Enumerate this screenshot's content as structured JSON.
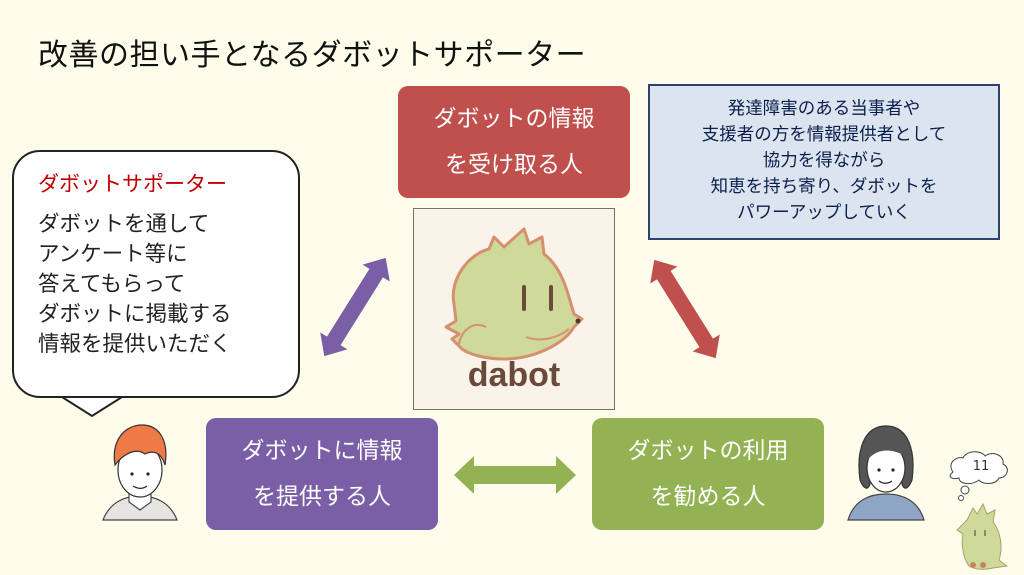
{
  "slide": {
    "title": "改善の担い手となるダボットサポーター",
    "page_number": "11"
  },
  "roles": {
    "receive": {
      "line1": "ダボットの情報",
      "line2": "を受け取る人",
      "color": "#c0504d"
    },
    "provide": {
      "line1": "ダボットに情報",
      "line2": "を提供する人",
      "color": "#7b5fa6"
    },
    "recommend": {
      "line1": "ダボットの利用",
      "line2": "を勧める人",
      "color": "#93b253"
    }
  },
  "info_box": {
    "lines": [
      "発達障害のある当事者や",
      "支援者の方を情報提供者として",
      "協力を得ながら",
      "知恵を持ち寄り、ダボットを",
      "パワーアップしていく"
    ]
  },
  "speech_bubble": {
    "title": "ダボットサポーター",
    "lines": [
      "ダボットを通して",
      "アンケート等に",
      "答えてもらって",
      "ダボットに掲載する",
      "情報を提供いただく"
    ]
  },
  "logo": {
    "text": "dabot"
  },
  "icons": {
    "arrow_left": "double-arrow-purple",
    "arrow_right": "double-arrow-red",
    "arrow_bottom": "double-arrow-green",
    "person_left": "man-orange-hair",
    "person_right": "woman-blue-sweater",
    "mascot": "dabot-mascot-thinking"
  }
}
